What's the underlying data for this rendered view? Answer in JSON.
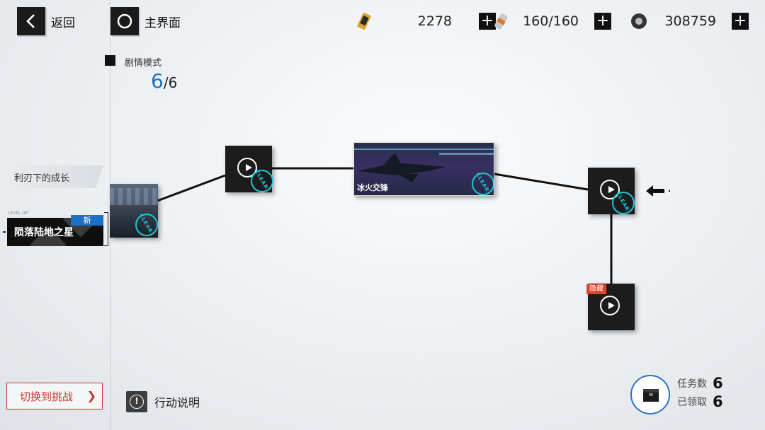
{
  "topbar": {
    "back_label": "返回",
    "home_label": "主界面",
    "resources": [
      {
        "icon": "fuel-cartridge-icon",
        "value": "2278"
      },
      {
        "icon": "ammo-canister-icon",
        "value": "160/160"
      },
      {
        "icon": "tire-icon",
        "value": "308759"
      }
    ]
  },
  "mode": {
    "label": "剧情模式",
    "progress_current": "6",
    "progress_total": "/6"
  },
  "chapters": [
    {
      "label": "利刃下的成长"
    },
    {
      "label": "陨落陆地之星",
      "level_tag": "LEVEL UP",
      "badge": "新"
    }
  ],
  "stages": [
    {
      "name": "",
      "cleared": true
    },
    {
      "name": "",
      "cleared": true
    },
    {
      "name": "冰火交锋",
      "cleared": true
    },
    {
      "name": "",
      "cleared": true
    },
    {
      "name": "",
      "cleared": false,
      "tag": "隐藏"
    }
  ],
  "clear_text": "CLEAR",
  "bottom": {
    "switch_label": "切换到挑战",
    "switch_arrow": "❯",
    "help_label": "行动说明",
    "tasks_label": "任务数",
    "tasks_value": "6",
    "claimed_label": "已领取",
    "claimed_value": "6"
  },
  "colors": {
    "accent_blue": "#1e6fc8",
    "clear_cyan": "#1fc6d6",
    "switch_red": "#c8322d",
    "hidden_orange": "#e0452b"
  }
}
